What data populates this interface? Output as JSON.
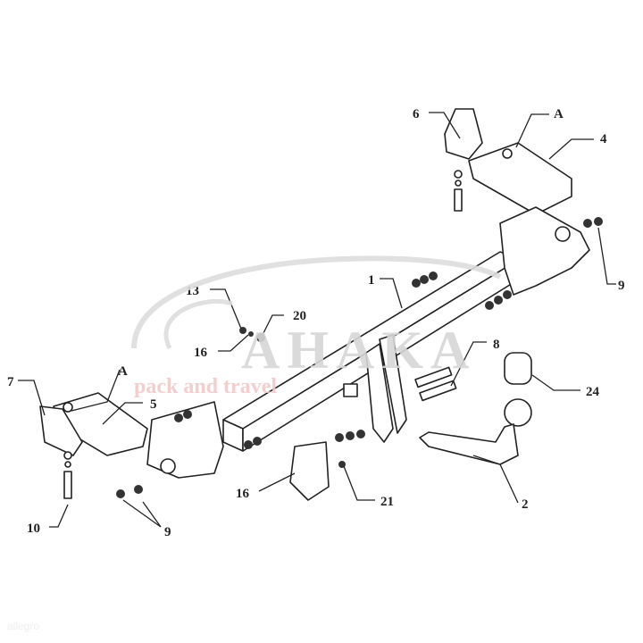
{
  "watermark": {
    "brand": "AHAKA",
    "tagline": "pack and travel",
    "corner": "allegro"
  },
  "labels": {
    "l6": "6",
    "lA_top": "A",
    "l4": "4",
    "l9_right": "9",
    "l1": "1",
    "l13": "13",
    "l20": "20",
    "l16_left": "16",
    "l7": "7",
    "lA_left": "A",
    "l5": "5",
    "l8": "8",
    "l24": "24",
    "l16_bottom": "16",
    "l21": "21",
    "l2": "2",
    "l10": "10",
    "l9_bottom": "9"
  },
  "colors": {
    "line": "#222222",
    "watermark_gray": "#d6d6d6",
    "watermark_red": "#f2c9c9"
  }
}
